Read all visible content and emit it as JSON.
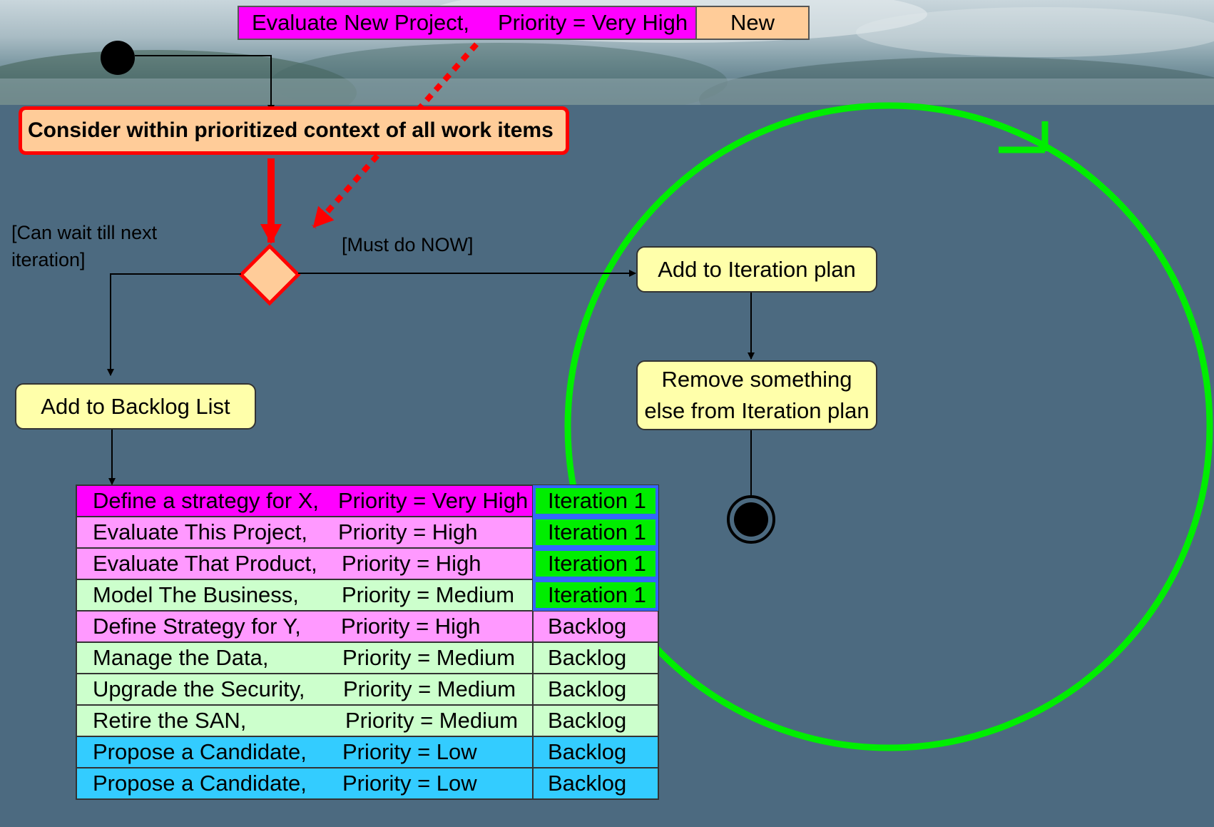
{
  "new_item": {
    "description": "Evaluate New Project,",
    "priority": "Priority = Very High",
    "status": "New"
  },
  "consider_node": {
    "label": "Consider within prioritized context of all work items"
  },
  "guards": {
    "wait": "[Can wait till next iteration]",
    "wait_line1": "[Can wait till next",
    "wait_line2": "iteration]",
    "now": "[Must do NOW]"
  },
  "actions": {
    "add_backlog": "Add to Backlog List",
    "add_iteration": "Add to Iteration plan",
    "remove_line1": "Remove something",
    "remove_line2": "else from Iteration plan"
  },
  "work_items": [
    {
      "description": "Define a strategy for X,",
      "priority": "Priority = Very High",
      "status": "Iteration 1",
      "color": "#ff00ff",
      "level": "very-high",
      "in_iteration": true
    },
    {
      "description": "Evaluate This Project,",
      "priority": "Priority = High",
      "status": "Iteration 1",
      "color": "#ff99ff",
      "level": "high",
      "in_iteration": true
    },
    {
      "description": "Evaluate That Product,",
      "priority": "Priority = High",
      "status": "Iteration 1",
      "color": "#ff99ff",
      "level": "high",
      "in_iteration": true
    },
    {
      "description": "Model The Business,",
      "priority": "Priority = Medium",
      "status": "Iteration 1",
      "color": "#ccffcc",
      "level": "medium",
      "in_iteration": true
    },
    {
      "description": "Define Strategy for Y,",
      "priority": "Priority = High",
      "status": "Backlog",
      "color": "#ff99ff",
      "level": "high",
      "in_iteration": false
    },
    {
      "description": "Manage the Data,",
      "priority": "Priority = Medium",
      "status": "Backlog",
      "color": "#ccffcc",
      "level": "medium",
      "in_iteration": false
    },
    {
      "description": "Upgrade the Security,",
      "priority": "Priority = Medium",
      "status": "Backlog",
      "color": "#ccffcc",
      "level": "medium",
      "in_iteration": false
    },
    {
      "description": "Retire the SAN,",
      "priority": "Priority = Medium",
      "status": "Backlog",
      "color": "#ccffcc",
      "level": "medium",
      "in_iteration": false
    },
    {
      "description": "Propose a Candidate,",
      "priority": "Priority = Low",
      "status": "Backlog",
      "color": "#33ccff",
      "level": "low",
      "in_iteration": false
    },
    {
      "description": "Propose a Candidate,",
      "priority": "Priority = Low",
      "status": "Backlog",
      "color": "#33ccff",
      "level": "low",
      "in_iteration": false
    }
  ],
  "colors": {
    "very_high": "#ff00ff",
    "high": "#ff99ff",
    "medium": "#ccffcc",
    "low": "#33ccff",
    "iteration_cell": "#00ee00",
    "iteration_cell_border": "#3366ff",
    "action_fill": "#ffffaa",
    "decision_fill": "#ffcc99",
    "highlight_red": "#ff0000",
    "iteration_cycle": "#00ee00",
    "background": "#4c6a80"
  }
}
